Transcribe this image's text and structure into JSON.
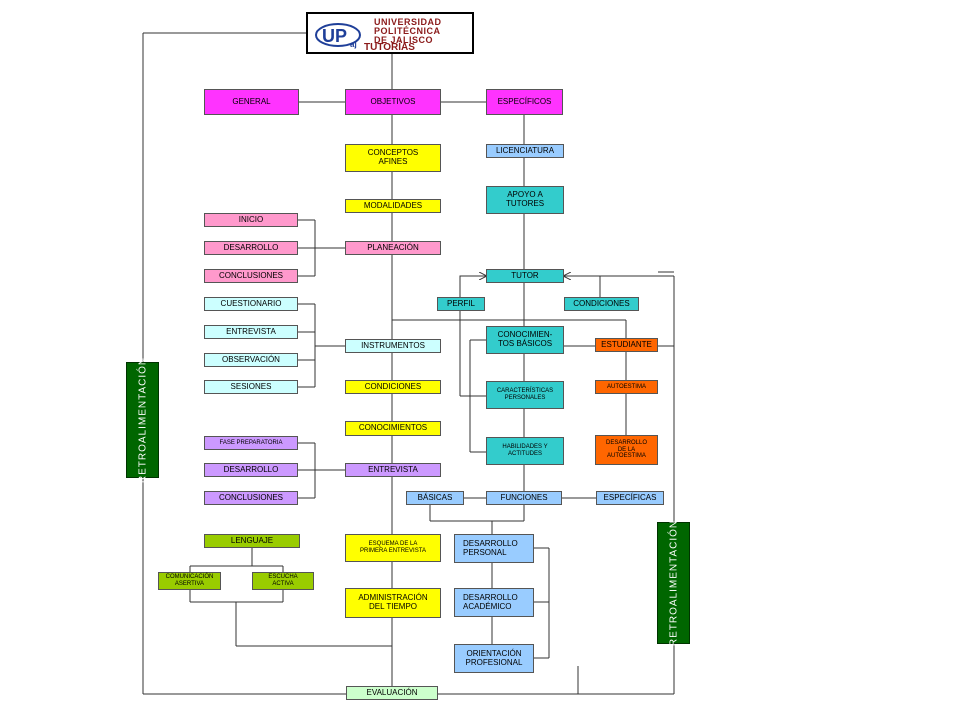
{
  "logo": {
    "mark": "UP",
    "mark_sub": "aj",
    "lines": [
      "UNIVERSIDAD",
      "POLITÉCNICA",
      "DE JALISCO"
    ],
    "subtitle": "TUTORÍAS",
    "mark_color": "#1f3f99",
    "text_color": "#8b1a1a"
  },
  "nodes": {
    "general": "GENERAL",
    "objetivos": "OBJETIVOS",
    "especificos_top": "ESPECÍFICOS",
    "conceptos": "CONCEPTOS\nAFINES",
    "modalidades": "MODALIDADES",
    "planeacion": "PLANEACIÓN",
    "inicio": "INICIO",
    "desarrollo1": "DESARROLLO",
    "conclusiones1": "CONCLUSIONES",
    "cuestionario": "CUESTIONARIO",
    "entrevista_l": "ENTREVISTA",
    "observacion": "OBSERVACIÓN",
    "sesiones": "SESIONES",
    "instrumentos": "INSTRUMENTOS",
    "condiciones_c": "CONDICIONES",
    "conocimientos": "CONOCIMIENTOS",
    "fase": "FASE PREPARATORIA",
    "desarrollo2": "DESARROLLO",
    "conclusiones2": "CONCLUSIONES",
    "entrevista_c": "ENTREVISTA",
    "lenguaje": "LENGUAJE",
    "comunicacion": "COMUNICACIÓN\nASERTIVA",
    "escucha": "ESCUCHA\nACTIVA",
    "esquema": "ESQUEMA DE LA\nPRIMERA ENTREVISTA",
    "administracion": "ADMINISTRACIÓN\nDEL TIEMPO",
    "evaluacion": "EVALUACIÓN",
    "licenciatura": "LICENCIATURA",
    "apoyo": "APOYO A\nTUTORES",
    "tutor": "TUTOR",
    "perfil": "PERFIL",
    "condiciones_r": "CONDICIONES",
    "conocimientos_basicos": "CONOCIMIEN-\nTOS BÁSICOS",
    "caracteristicas": "CARACTERÍSTICAS\nPERSONALES",
    "habilidades": "HABILIDADES  Y\nACTITUDES",
    "estudiante": "ESTUDIANTE",
    "autoestima": "AUTOESTIMA",
    "desarrollo_autoestima": "DESARROLLO\nDE LA\nAUTOESTIMA",
    "basicas": "BÁSICAS",
    "funciones": "FUNCIONES",
    "especificas": "ESPECÍFICAS",
    "desarrollo_personal": "DESARROLLO\nPERSONAL",
    "desarrollo_academico": "DESARROLLO\nACADÉMICO",
    "orientacion": "ORIENTACIÓN\nPROFESIONAL"
  },
  "sidebars": {
    "left": "RETROALIMENTACIÓN",
    "right": "RETROALIMENTACIÓN"
  },
  "colors": {
    "magenta": "#ff33ff",
    "yellow": "#ffff00",
    "pink": "#ff99cc",
    "lightcyan": "#ccffff",
    "purple": "#cc99ff",
    "teal": "#33cccc",
    "blue": "#99ccff",
    "orange": "#ff6600",
    "green": "#99cc00",
    "mint": "#ccffcc",
    "feedback": "#006600"
  }
}
